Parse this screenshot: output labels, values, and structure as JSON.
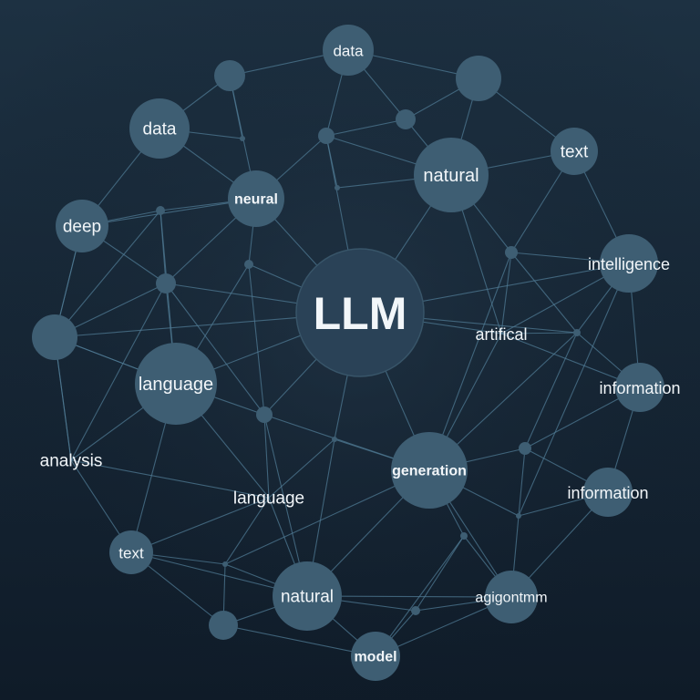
{
  "diagram": {
    "center_label": "LLM",
    "colors": {
      "background_top": "#1d3142",
      "background_bottom": "#0f1b28",
      "node_fill": "#3e5e73",
      "center_fill": "#2a4257",
      "edge": "#4f7a93",
      "label": "#f2f6f9"
    },
    "nodes": [
      {
        "id": "llm",
        "label": "LLM",
        "center": true
      },
      {
        "id": "data_top",
        "label": "data"
      },
      {
        "id": "data_left",
        "label": "data"
      },
      {
        "id": "natural_top",
        "label": "natural"
      },
      {
        "id": "text_top",
        "label": "text"
      },
      {
        "id": "neural",
        "label": "neural"
      },
      {
        "id": "deep",
        "label": "deep"
      },
      {
        "id": "intelligence",
        "label": "intelligence"
      },
      {
        "id": "artifical",
        "label": "artifical"
      },
      {
        "id": "language_left",
        "label": "language"
      },
      {
        "id": "information_1",
        "label": "information"
      },
      {
        "id": "information_2",
        "label": "information"
      },
      {
        "id": "analysis",
        "label": "analysis"
      },
      {
        "id": "generation",
        "label": "generation"
      },
      {
        "id": "language_mid",
        "label": "language"
      },
      {
        "id": "text_bottom",
        "label": "text"
      },
      {
        "id": "natural_bottom",
        "label": "natural"
      },
      {
        "id": "agigontmm",
        "label": "agigontmm"
      },
      {
        "id": "model",
        "label": "model"
      },
      {
        "id": "blank_a",
        "label": ""
      },
      {
        "id": "blank_b",
        "label": ""
      },
      {
        "id": "blank_c",
        "label": ""
      },
      {
        "id": "blank_d",
        "label": ""
      },
      {
        "id": "blank_e",
        "label": ""
      },
      {
        "id": "blank_f",
        "label": ""
      },
      {
        "id": "blank_g",
        "label": ""
      },
      {
        "id": "dot_1",
        "label": ""
      },
      {
        "id": "dot_2",
        "label": ""
      },
      {
        "id": "dot_3",
        "label": ""
      },
      {
        "id": "dot_4",
        "label": ""
      },
      {
        "id": "dot_5",
        "label": ""
      },
      {
        "id": "dot_6",
        "label": ""
      },
      {
        "id": "dot_7",
        "label": ""
      },
      {
        "id": "dot_8",
        "label": ""
      },
      {
        "id": "dot_9",
        "label": ""
      },
      {
        "id": "dot_10",
        "label": ""
      },
      {
        "id": "dot_11",
        "label": ""
      },
      {
        "id": "dot_12",
        "label": ""
      },
      {
        "id": "dot_13",
        "label": ""
      },
      {
        "id": "dot_14",
        "label": ""
      }
    ],
    "edges": [
      [
        "data_top",
        "blank_a"
      ],
      [
        "data_top",
        "blank_b"
      ],
      [
        "data_top",
        "blank_d"
      ],
      [
        "data_top",
        "dot_2"
      ],
      [
        "blank_a",
        "data_left"
      ],
      [
        "blank_a",
        "neural"
      ],
      [
        "blank_a",
        "dot_1"
      ],
      [
        "blank_b",
        "natural_top"
      ],
      [
        "blank_b",
        "text_top"
      ],
      [
        "blank_b",
        "blank_d"
      ],
      [
        "data_left",
        "deep"
      ],
      [
        "data_left",
        "neural"
      ],
      [
        "data_left",
        "dot_1"
      ],
      [
        "neural",
        "dot_2"
      ],
      [
        "neural",
        "dot_5"
      ],
      [
        "neural",
        "blank_f"
      ],
      [
        "neural",
        "llm"
      ],
      [
        "dot_2",
        "llm"
      ],
      [
        "dot_2",
        "natural_top"
      ],
      [
        "dot_2",
        "blank_d"
      ],
      [
        "dot_2",
        "dot_3"
      ],
      [
        "blank_d",
        "natural_top"
      ],
      [
        "natural_top",
        "text_top"
      ],
      [
        "natural_top",
        "llm"
      ],
      [
        "natural_top",
        "dot_3"
      ],
      [
        "natural_top",
        "dot_6"
      ],
      [
        "natural_top",
        "artifical"
      ],
      [
        "text_top",
        "intelligence"
      ],
      [
        "text_top",
        "dot_6"
      ],
      [
        "deep",
        "dot_4"
      ],
      [
        "deep",
        "blank_e"
      ],
      [
        "deep",
        "blank_f"
      ],
      [
        "deep",
        "neural"
      ],
      [
        "dot_4",
        "neural"
      ],
      [
        "dot_4",
        "blank_f"
      ],
      [
        "dot_4",
        "language_left"
      ],
      [
        "blank_f",
        "llm"
      ],
      [
        "blank_f",
        "language_left"
      ],
      [
        "blank_f",
        "blank_e"
      ],
      [
        "blank_f",
        "dot_8"
      ],
      [
        "blank_f",
        "analysis"
      ],
      [
        "dot_5",
        "llm"
      ],
      [
        "dot_5",
        "language_left"
      ],
      [
        "dot_5",
        "dot_8"
      ],
      [
        "blank_e",
        "language_left"
      ],
      [
        "blank_e",
        "analysis"
      ],
      [
        "llm",
        "language_left"
      ],
      [
        "llm",
        "artifical"
      ],
      [
        "llm",
        "dot_8"
      ],
      [
        "llm",
        "generation"
      ],
      [
        "llm",
        "dot_9"
      ],
      [
        "llm",
        "dot_7"
      ],
      [
        "llm",
        "intelligence"
      ],
      [
        "intelligence",
        "dot_6"
      ],
      [
        "intelligence",
        "information_1"
      ],
      [
        "intelligence",
        "dot_7"
      ],
      [
        "intelligence",
        "artifical"
      ],
      [
        "intelligence",
        "dot_11"
      ],
      [
        "dot_6",
        "artifical"
      ],
      [
        "dot_6",
        "dot_7"
      ],
      [
        "dot_6",
        "generation"
      ],
      [
        "artifical",
        "dot_7"
      ],
      [
        "artifical",
        "generation"
      ],
      [
        "artifical",
        "information_1"
      ],
      [
        "dot_7",
        "generation"
      ],
      [
        "dot_7",
        "information_1"
      ],
      [
        "dot_7",
        "dot_10"
      ],
      [
        "information_1",
        "dot_10"
      ],
      [
        "information_1",
        "information_2"
      ],
      [
        "dot_10",
        "generation"
      ],
      [
        "dot_10",
        "information_2"
      ],
      [
        "dot_10",
        "dot_11"
      ],
      [
        "information_2",
        "agigontmm"
      ],
      [
        "information_2",
        "dot_11"
      ],
      [
        "language_left",
        "dot_8"
      ],
      [
        "language_left",
        "analysis"
      ],
      [
        "language_left",
        "text_bottom"
      ],
      [
        "language_left",
        "language_mid"
      ],
      [
        "dot_8",
        "generation"
      ],
      [
        "dot_8",
        "language_mid"
      ],
      [
        "dot_8",
        "natural_bottom"
      ],
      [
        "dot_9",
        "generation"
      ],
      [
        "dot_9",
        "natural_bottom"
      ],
      [
        "dot_9",
        "language_mid"
      ],
      [
        "analysis",
        "text_bottom"
      ],
      [
        "analysis",
        "language_mid"
      ],
      [
        "language_mid",
        "text_bottom"
      ],
      [
        "language_mid",
        "natural_bottom"
      ],
      [
        "language_mid",
        "dot_13"
      ],
      [
        "generation",
        "natural_bottom"
      ],
      [
        "generation",
        "agigontmm"
      ],
      [
        "generation",
        "dot_12"
      ],
      [
        "generation",
        "dot_11"
      ],
      [
        "generation",
        "dot_13"
      ],
      [
        "dot_11",
        "agigontmm"
      ],
      [
        "dot_12",
        "agigontmm"
      ],
      [
        "dot_12",
        "model"
      ],
      [
        "dot_12",
        "dot_14"
      ],
      [
        "text_bottom",
        "blank_g"
      ],
      [
        "text_bottom",
        "dot_13"
      ],
      [
        "text_bottom",
        "natural_bottom"
      ],
      [
        "dot_13",
        "blank_g"
      ],
      [
        "dot_13",
        "natural_bottom"
      ],
      [
        "blank_g",
        "natural_bottom"
      ],
      [
        "blank_g",
        "model"
      ],
      [
        "natural_bottom",
        "model"
      ],
      [
        "natural_bottom",
        "agigontmm"
      ],
      [
        "natural_bottom",
        "dot_14"
      ],
      [
        "dot_14",
        "model"
      ],
      [
        "dot_14",
        "agigontmm"
      ],
      [
        "model",
        "agigontmm"
      ],
      [
        "blank_c",
        "deep"
      ],
      [
        "blank_c",
        "dot_4"
      ],
      [
        "blank_c",
        "language_left"
      ],
      [
        "blank_c",
        "analysis"
      ],
      [
        "blank_c",
        "llm"
      ],
      [
        "blank_c",
        "blank_e"
      ]
    ]
  }
}
